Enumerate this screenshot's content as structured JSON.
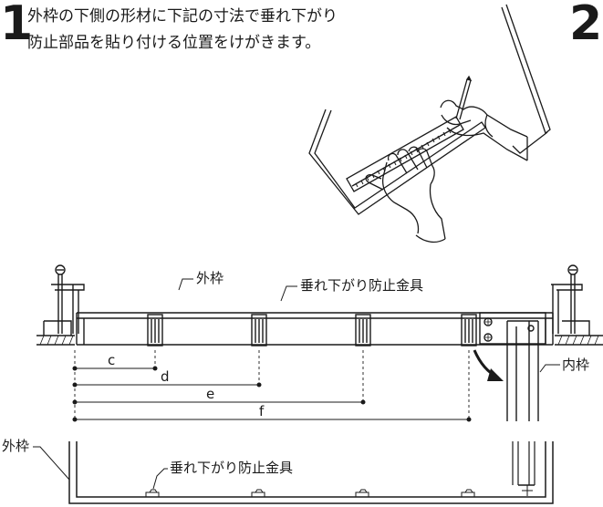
{
  "step1": {
    "number": "1",
    "line1": "外枠の下側の形材に下記の寸法で垂れ下がり",
    "line2": "防止部品を貼り付ける位置をけがきます。"
  },
  "step2": {
    "number": "2"
  },
  "labels": {
    "outer_frame_top": "外枠",
    "sag_bracket_top": "垂れ下がり防止金具",
    "inner_frame": "内枠",
    "outer_frame_bottom": "外枠",
    "sag_bracket_bottom": "垂れ下がり防止金具"
  },
  "dimensions": [
    "c",
    "d",
    "e",
    "f"
  ]
}
